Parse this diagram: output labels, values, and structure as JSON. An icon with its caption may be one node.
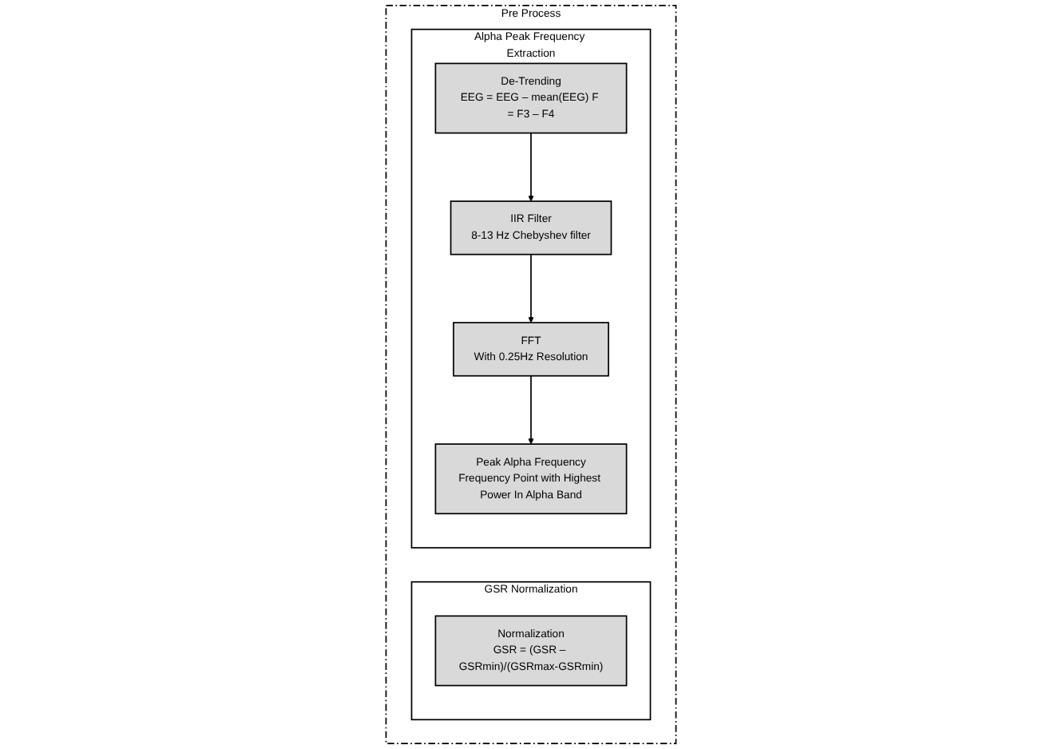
{
  "diagram": {
    "nodes": [
      {
        "text": [
          "Pre Process"
        ]
      },
      {
        "text": [
          "GSR Normalization"
        ],
        "in": 0
      },
      {
        "text": [
          "Normalization",
          "GSR = (GSR – GSRmin)/(GSRmax-GSRmin)"
        ],
        "in": 1
      },
      {
        "text": [
          "Alpha Peak Frequency Extraction"
        ],
        "in": 0
      },
      {
        "text": [
          "De-Trending",
          "EEG = EEG – mean(EEG) F = F3 – F4"
        ],
        "in": 3
      },
      {
        "text": [
          "IIR Filter",
          "8-13 Hz Chebyshev filter"
        ],
        "in": 3
      },
      {
        "text": [
          "FFT",
          "With 0.25Hz Resolution"
        ],
        "in": 3
      },
      {
        "text": [
          "Peak Alpha Frequency",
          "Frequency Point with Highest Power In Alpha Band"
        ],
        "in": 3
      }
    ],
    "edges": [
      {
        "from": 4,
        "to": 5,
        "arrow": "to"
      },
      {
        "from": 5,
        "to": 6,
        "arrow": "to"
      },
      {
        "from": 6,
        "to": 7,
        "arrow": "to"
      }
    ]
  }
}
